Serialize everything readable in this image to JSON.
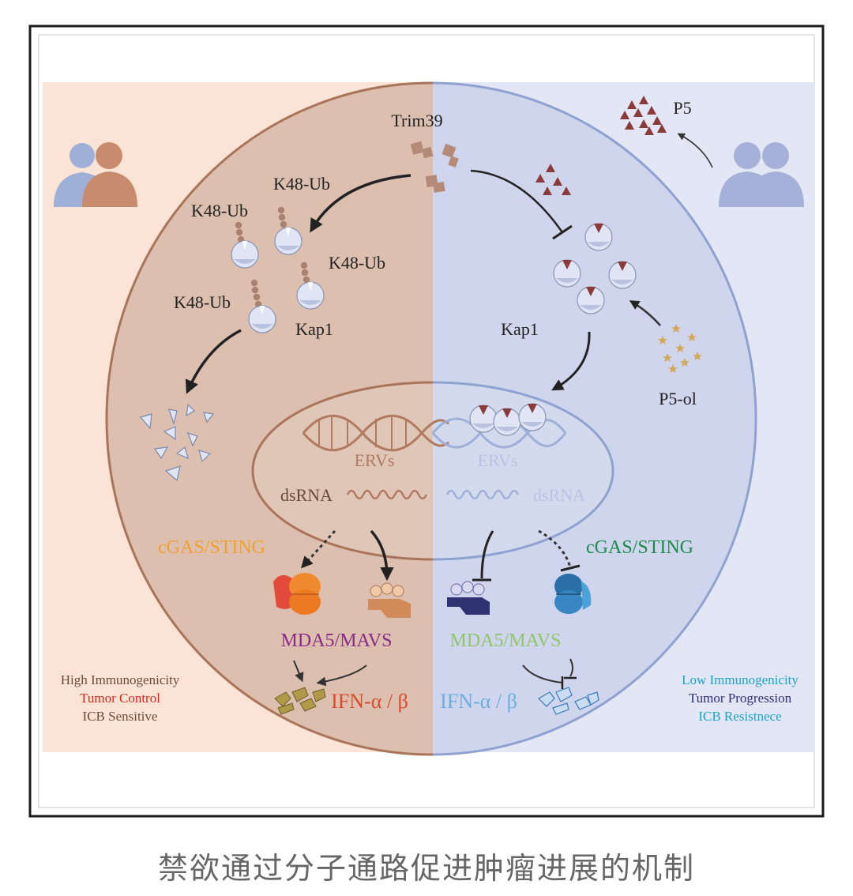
{
  "figure": {
    "labels": {
      "trim39": "Trim39",
      "k48_ub_1": "K48-Ub",
      "k48_ub_2": "K48-Ub",
      "k48_ub_3": "K48-Ub",
      "k48_ub_4": "K48-Ub",
      "kap1_left": "Kap1",
      "kap1_right": "Kap1",
      "p5": "P5",
      "p5_ol": "P5-ol",
      "ervs_left": "ERVs",
      "ervs_right": "ERVs",
      "dsrna_left": "dsRNA",
      "dsrna_right": "dsRNA",
      "cgas_left": "cGAS/STING",
      "cgas_right": "cGAS/STING",
      "mda5_left": "MDA5/MAVS",
      "mda5_right": "MDA5/MAVS",
      "ifn_left": "IFN-α / β",
      "ifn_right": "IFN-α / β"
    },
    "left_outcomes": [
      "High Immunogenicity",
      "Tumor Control",
      "ICB Sensitive"
    ],
    "right_outcomes": [
      "Low Immunogenicity",
      "Tumor Progression",
      "ICB Resistnece"
    ],
    "colors": {
      "left_bg": "#fbe4d5",
      "right_bg": "#e3e6f4",
      "cell_left": "#dcbfae",
      "cell_right": "#cfd5ec",
      "membrane_left": "#a8755a",
      "membrane_right": "#8fa2cf",
      "cgas_left": "#f0a030",
      "cgas_right": "#1b8a4a",
      "mda5_left": "#8a2a8a",
      "mda5_right": "#8fc56b",
      "ifn_left": "#d84b2a",
      "ifn_right": "#6aaee0",
      "outcome_gray": "#6b4a3a",
      "outcome_red": "#d0281e",
      "outcome_cyan": "#1aa3c8",
      "outcome_navy": "#2c2f7a"
    }
  },
  "caption": "禁欲通过分子通路促进肿瘤进展的机制"
}
